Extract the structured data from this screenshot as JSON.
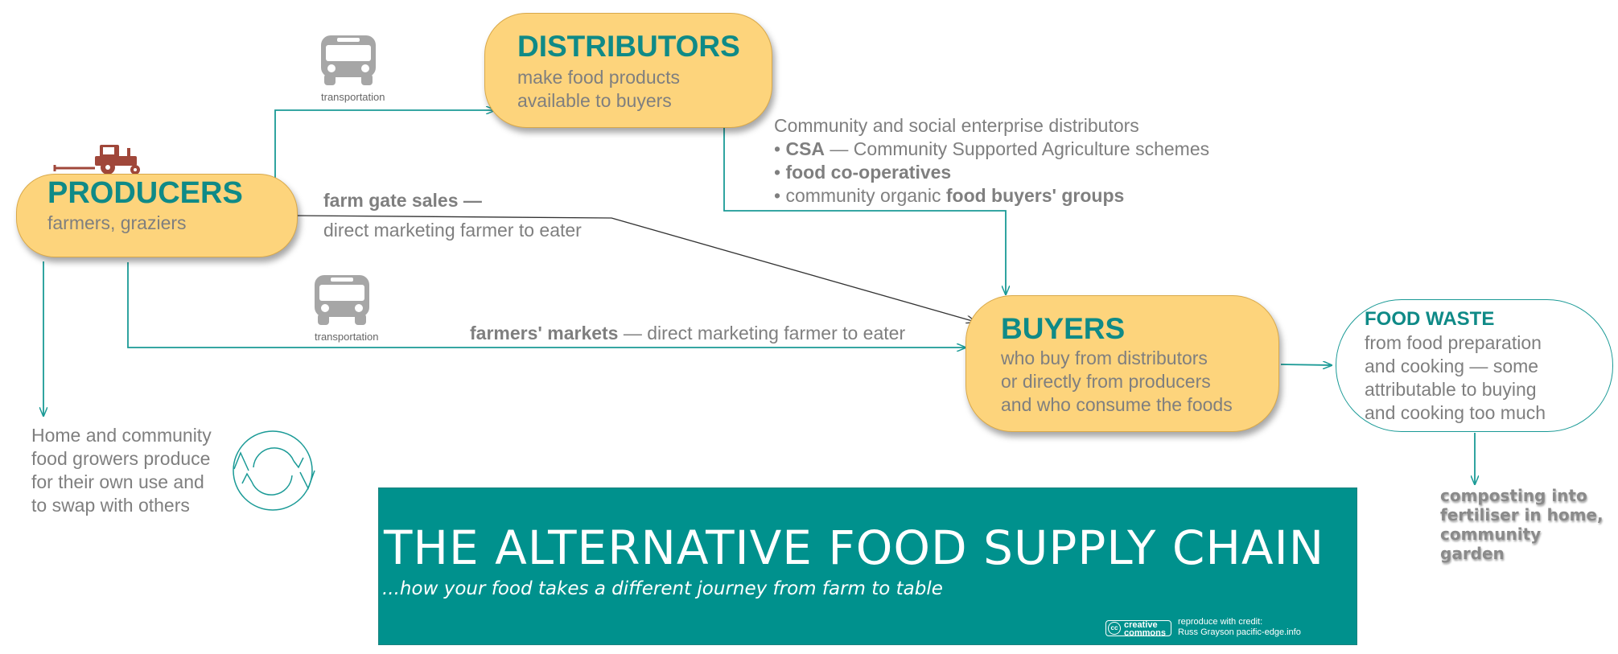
{
  "producers": {
    "title": "PRODUCERS",
    "subtitle": "farmers, graziers"
  },
  "distributors": {
    "title": "DISTRIBUTORS",
    "line1": "make food products",
    "line2": "available to buyers"
  },
  "buyers": {
    "title": "BUYERS",
    "line1": "who buy from distributors",
    "line2": "or directly from producers",
    "line3": "and who consume the foods"
  },
  "food_waste": {
    "title": "FOOD WASTE",
    "line1": "from food preparation",
    "line2": "and cooking — some",
    "line3": "attributable to buying",
    "line4": "and cooking too much"
  },
  "community_distributors": {
    "heading": "Community and social enterprise distributors",
    "csa_bullet": "•",
    "csa_bold": "CSA",
    "csa_rest": " — Community Supported Agriculture schemes",
    "coop_bullet": "•",
    "coop_bold": "food co-operatives",
    "buyers_group_prefix": "• community organic ",
    "buyers_group_bold": "food buyers' groups"
  },
  "farm_gate": {
    "bold": "farm gate sales —",
    "text": "direct marketing farmer to eater"
  },
  "farmers_markets": {
    "bold": "farmers' markets",
    "text": " — direct marketing farmer to eater"
  },
  "transportation_label_top": "transportation",
  "transportation_label_bottom": "transportation",
  "home_growers": {
    "line1": "Home and community",
    "line2": "food growers produce",
    "line3": "for their own use and",
    "line4": "to swap with others"
  },
  "compost": {
    "line1": "composting into",
    "line2": "fertiliser in home,",
    "line3": "community",
    "line4": "garden"
  },
  "banner": {
    "title": "THE ALTERNATIVE FOOD SUPPLY CHAIN",
    "subtitle": "...how your food takes a different journey from farm to table",
    "cc_logo_text": "creative commons",
    "credit_line1": "reproduce with credit:",
    "credit_line2": "Russ Grayson pacific-edge.info"
  },
  "icons": [
    "bus-icon",
    "bus-icon",
    "tractor-icon",
    "recycle-icon"
  ],
  "colors": {
    "node_fill": "#fdd47c",
    "accent_teal": "#0f8a87",
    "banner": "#00918d",
    "text_gray": "#7f7f7f",
    "tractor": "#a0473a"
  }
}
